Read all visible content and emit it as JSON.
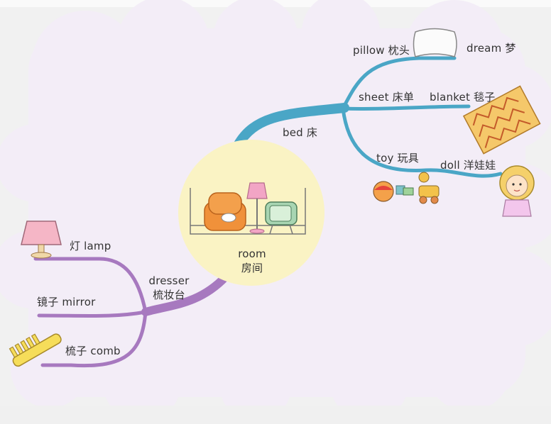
{
  "mindmap": {
    "center": {
      "en": "room",
      "zh": "房间"
    },
    "bed": {
      "label": "bed 床",
      "pillow": "pillow 枕头",
      "dream": "dream 梦",
      "sheet": "sheet 床单",
      "blanket": "blanket 毯子",
      "toy": "toy 玩具",
      "doll": "doll 洋娃娃"
    },
    "dresser": {
      "en": "dresser",
      "zh": "梳妆台",
      "lamp": "灯 lamp",
      "mirror": "镜子 mirror",
      "comb": "梳子 comb"
    }
  },
  "colors": {
    "background_cloud": "#f2ecf6",
    "bed_branch": "#4aa6c6",
    "dresser_branch": "#a779bf",
    "center_circle": "#faf3c4"
  }
}
